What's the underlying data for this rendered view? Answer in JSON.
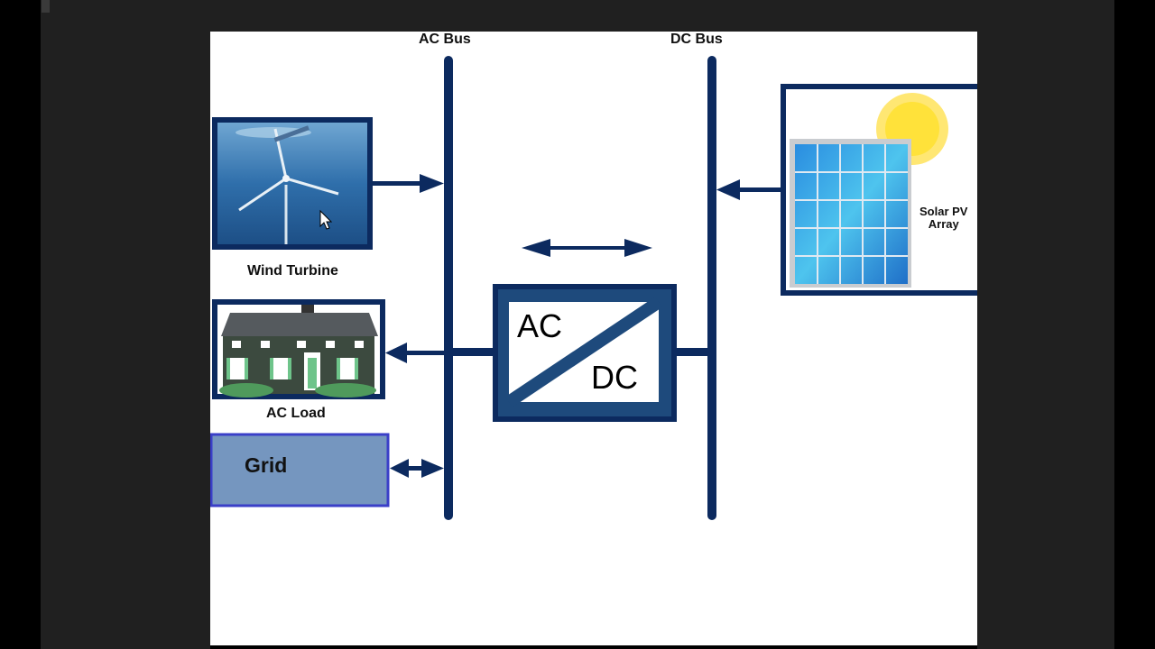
{
  "diagram": {
    "ac_bus_label": "AC Bus",
    "dc_bus_label": "DC Bus",
    "wind_label": "Wind Turbine",
    "load_label": "AC Load",
    "grid_label": "Grid",
    "solar_label_line1": "Solar PV",
    "solar_label_line2": "Array",
    "converter_ac": "AC",
    "converter_dc": "DC"
  },
  "colors": {
    "bus": "#0c2a5f",
    "grid_fill": "#7596bf",
    "grid_border": "#3a3fc8",
    "converter_border": "#1e4a7c"
  }
}
